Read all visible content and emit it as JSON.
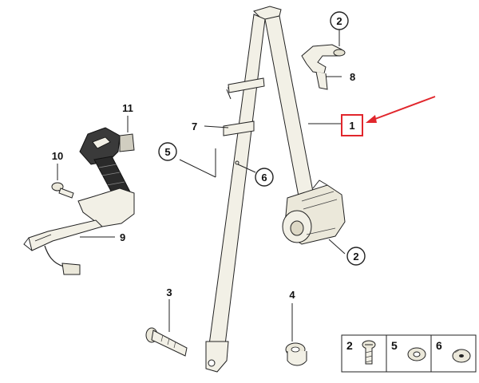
{
  "callouts": {
    "c1": "1",
    "c2a": "2",
    "c2b": "2",
    "c3": "3",
    "c4": "4",
    "c5": "5",
    "c6": "6",
    "c7": "7",
    "c8": "8",
    "c9": "9",
    "c10": "10",
    "c11": "11"
  },
  "legend": {
    "items": [
      {
        "label": "2",
        "icon": "bolt-icon"
      },
      {
        "label": "5",
        "icon": "washer-icon"
      },
      {
        "label": "6",
        "icon": "cap-icon"
      }
    ]
  },
  "colors": {
    "highlight": "#e1262c",
    "line": "#222222",
    "part_fill": "#f2f0e6"
  }
}
